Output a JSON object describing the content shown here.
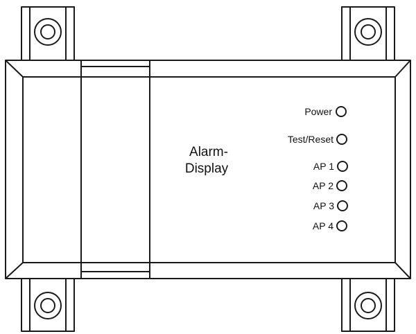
{
  "device": {
    "title_line1": "Alarm-",
    "title_line2": "Display"
  },
  "indicators": [
    {
      "label": "Power",
      "icon": "led-ring-icon"
    },
    {
      "label": "Test/Reset",
      "icon": "led-ring-icon"
    },
    {
      "label": "AP 1",
      "icon": "led-ring-icon"
    },
    {
      "label": "AP 2",
      "icon": "led-ring-icon"
    },
    {
      "label": "AP 3",
      "icon": "led-ring-icon"
    },
    {
      "label": "AP 4",
      "icon": "led-ring-icon"
    }
  ],
  "colors": {
    "line": "#1a1a1a",
    "background": "#ffffff"
  }
}
